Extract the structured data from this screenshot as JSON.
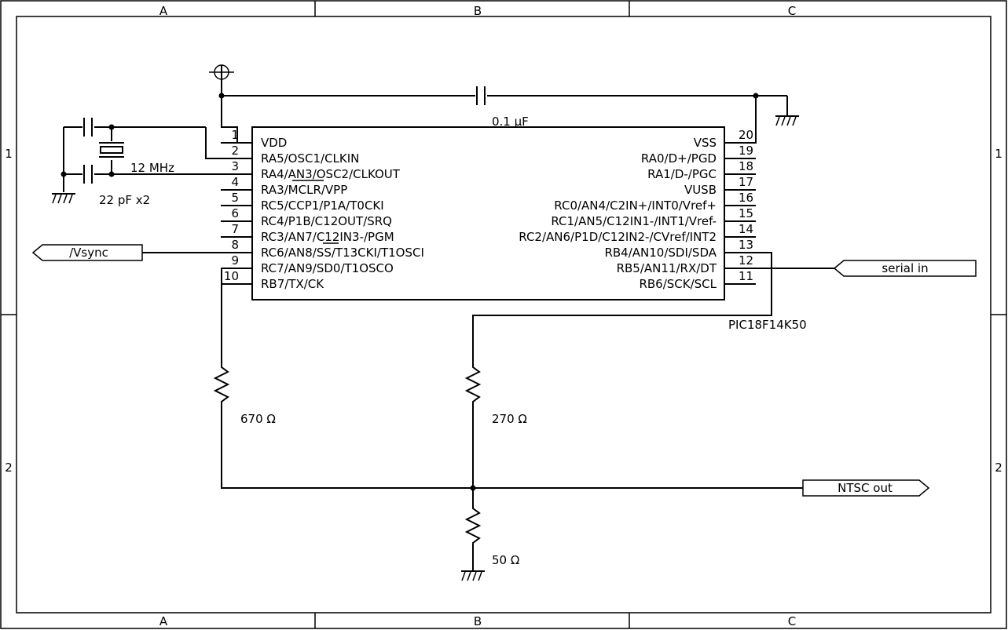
{
  "frame": {
    "columns": [
      "A",
      "B",
      "C"
    ],
    "rows": [
      "1",
      "2"
    ]
  },
  "ic": {
    "name": "PIC18F14K50",
    "left_pins": [
      {
        "num": "1",
        "label": "VDD"
      },
      {
        "num": "2",
        "label": "RA5/OSC1/CLKIN"
      },
      {
        "num": "3",
        "label": "RA4/AN3/OSC2/CLKOUT"
      },
      {
        "num": "4",
        "label": "RA3/MCLR/VPP"
      },
      {
        "num": "5",
        "label": "RC5/CCP1/P1A/T0CKI"
      },
      {
        "num": "6",
        "label": "RC4/P1B/C12OUT/SRQ"
      },
      {
        "num": "7",
        "label": "RC3/AN7/C12IN3-/PGM"
      },
      {
        "num": "8",
        "label": "RC6/AN8/SS/T13CKI/T1OSCI"
      },
      {
        "num": "9",
        "label": "RC7/AN9/SD0/T1OSCO"
      },
      {
        "num": "10",
        "label": "RB7/TX/CK"
      }
    ],
    "right_pins": [
      {
        "num": "20",
        "label": "VSS"
      },
      {
        "num": "19",
        "label": "RA0/D+/PGD"
      },
      {
        "num": "18",
        "label": "RA1/D-/PGC"
      },
      {
        "num": "17",
        "label": "VUSB"
      },
      {
        "num": "16",
        "label": "RC0/AN4/C2IN+/INT0/Vref+"
      },
      {
        "num": "15",
        "label": "RC1/AN5/C12IN1-/INT1/Vref-"
      },
      {
        "num": "14",
        "label": "RC2/AN6/P1D/C12IN2-/CVref/INT2"
      },
      {
        "num": "13",
        "label": "RB4/AN10/SDI/SDA"
      },
      {
        "num": "12",
        "label": "RB5/AN11/RX/DT"
      },
      {
        "num": "11",
        "label": "RB6/SCK/SCL"
      }
    ]
  },
  "components": {
    "bypass_cap": "0.1 µF",
    "crystal": "12 MHz",
    "load_caps": "22 pF x2",
    "r1": "670 Ω",
    "r2": "270 Ω",
    "r3": "50 Ω"
  },
  "ports": {
    "vsync": "/Vsync",
    "serial_in": "serial in",
    "ntsc_out": "NTSC out"
  }
}
